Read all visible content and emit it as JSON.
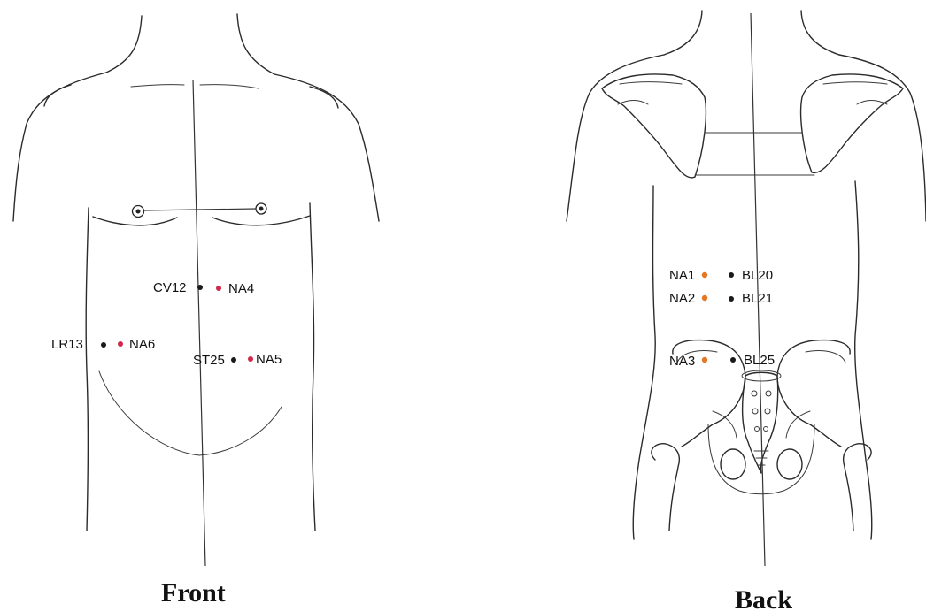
{
  "views": [
    {
      "label": "Front"
    },
    {
      "label": "Back"
    }
  ],
  "points": [
    {
      "label": "CV12",
      "color": "#1a1a1a"
    },
    {
      "label": "NA4",
      "color": "#d1284a"
    },
    {
      "label": "LR13",
      "color": "#1a1a1a"
    },
    {
      "label": "NA6",
      "color": "#d1284a"
    },
    {
      "label": "ST25",
      "color": "#1a1a1a"
    },
    {
      "label": "NA5",
      "color": "#d1284a"
    },
    {
      "label": "NA1",
      "color": "#e67722"
    },
    {
      "label": "BL20",
      "color": "#1a1a1a"
    },
    {
      "label": "NA2",
      "color": "#e67722"
    },
    {
      "label": "BL21",
      "color": "#1a1a1a"
    },
    {
      "label": "NA3",
      "color": "#e67722"
    },
    {
      "label": "BL25",
      "color": "#1a1a1a"
    }
  ]
}
